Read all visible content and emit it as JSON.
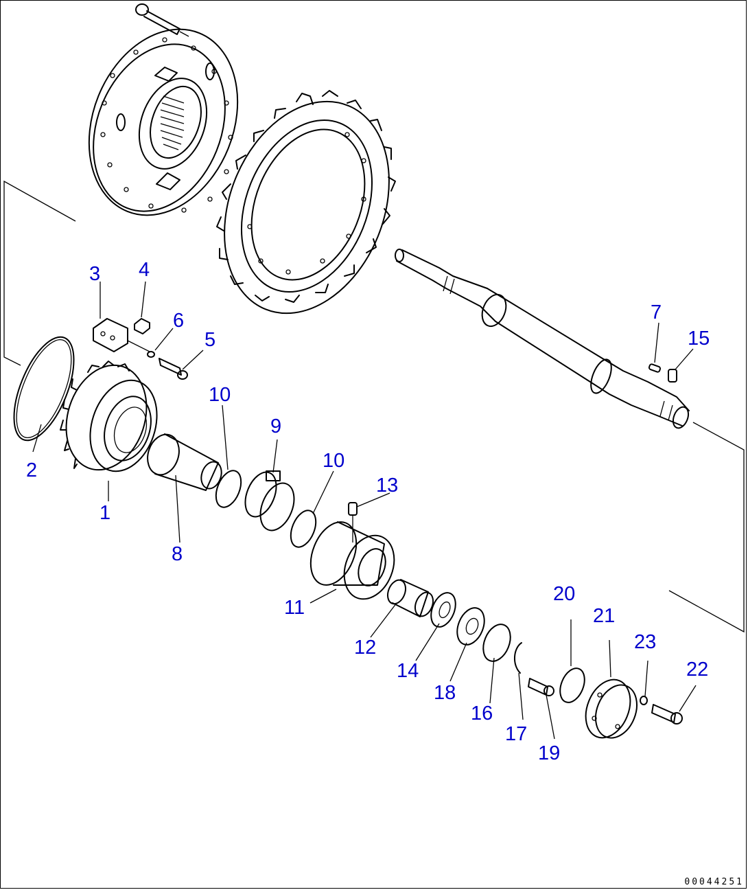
{
  "diagram": {
    "callouts": [
      {
        "id": "c1",
        "label": "1"
      },
      {
        "id": "c2",
        "label": "2"
      },
      {
        "id": "c3",
        "label": "3"
      },
      {
        "id": "c4",
        "label": "4"
      },
      {
        "id": "c5",
        "label": "5"
      },
      {
        "id": "c6",
        "label": "6"
      },
      {
        "id": "c7",
        "label": "7"
      },
      {
        "id": "c8",
        "label": "8"
      },
      {
        "id": "c9",
        "label": "9"
      },
      {
        "id": "c10a",
        "label": "10"
      },
      {
        "id": "c10b",
        "label": "10"
      },
      {
        "id": "c11",
        "label": "11"
      },
      {
        "id": "c12",
        "label": "12"
      },
      {
        "id": "c13",
        "label": "13"
      },
      {
        "id": "c14",
        "label": "14"
      },
      {
        "id": "c15",
        "label": "15"
      },
      {
        "id": "c16",
        "label": "16"
      },
      {
        "id": "c17",
        "label": "17"
      },
      {
        "id": "c18",
        "label": "18"
      },
      {
        "id": "c19",
        "label": "19"
      },
      {
        "id": "c20",
        "label": "20"
      },
      {
        "id": "c21",
        "label": "21"
      },
      {
        "id": "c22",
        "label": "22"
      },
      {
        "id": "c23",
        "label": "23"
      }
    ],
    "document_number": "00044251"
  }
}
